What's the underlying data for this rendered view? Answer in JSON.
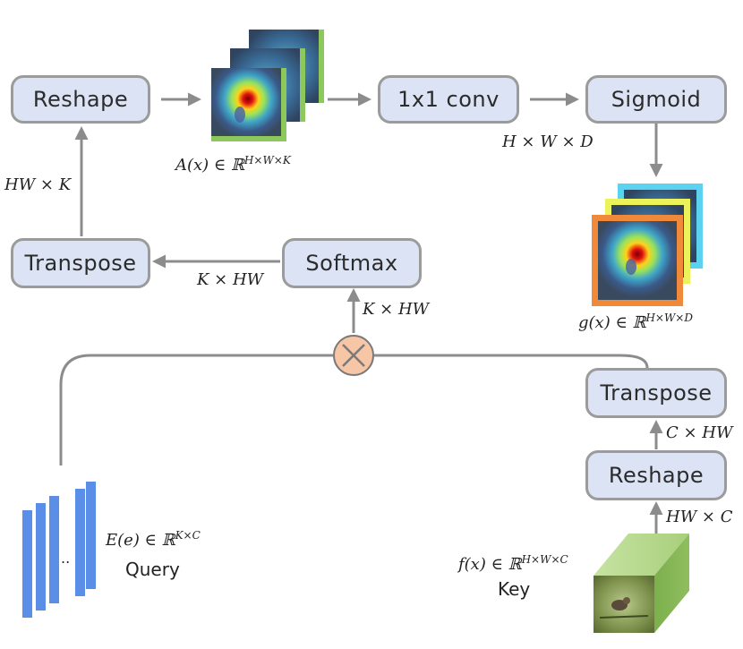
{
  "boxes": {
    "reshape_top": "Reshape",
    "conv": "1x1 conv",
    "sigmoid": "Sigmoid",
    "transpose_left": "Transpose",
    "softmax": "Softmax",
    "transpose_right": "Transpose",
    "reshape_right": "Reshape"
  },
  "dims": {
    "hw_k": "HW × K",
    "k_hw_left": "K × HW",
    "k_hw_up": "K × HW",
    "h_w_d": "H × W × D",
    "c_hw": "C × HW",
    "hw_c": "HW × C"
  },
  "math": {
    "attention": "A(x) ∈ ℝ",
    "attention_sup": "H×W×K",
    "output": "g(x) ∈ ℝ",
    "output_sup": "H×W×D",
    "embedding": "E(e) ∈ ℝ",
    "embedding_sup": "K×C",
    "feature": "f(x) ∈ ℝ",
    "feature_sup": "H×W×C"
  },
  "text": {
    "query": "Query",
    "key": "Key",
    "ellipsis": ".."
  },
  "colors": {
    "box_fill": "#dbe3f4",
    "arrow": "#8c8c8c",
    "query_bars": "#5b8ee6",
    "multiply_node": "#f7c6a6",
    "cube_green": "#8cbc5e",
    "frame_cyan": "#5ad2f0",
    "frame_yellow": "#ecf35a",
    "frame_orange": "#f08a3a"
  },
  "icons": {
    "multiply": "multiply-circle-icon"
  }
}
